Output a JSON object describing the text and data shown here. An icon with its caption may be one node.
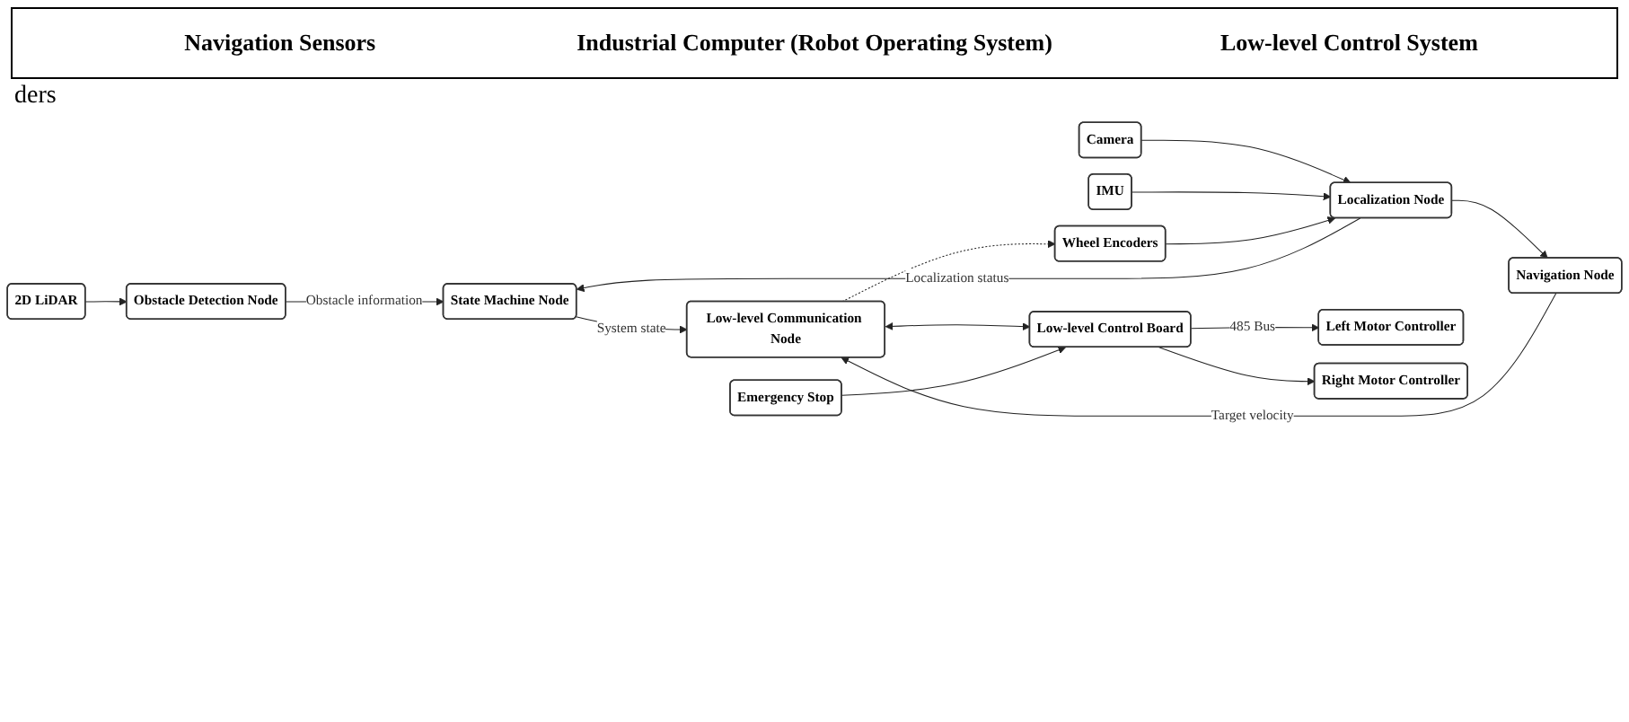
{
  "diagram": {
    "nodes": [
      {
        "text": [
          "2D LiDAR"
        ]
      },
      {
        "text": [
          "Camera"
        ]
      },
      {
        "text": [
          "IMU"
        ]
      },
      {
        "text": [
          "Wheel Encoders"
        ]
      },
      {
        "text": [
          "Obstacle Detection Node"
        ]
      },
      {
        "text": [
          "Localization Node"
        ]
      },
      {
        "text": [
          "Navigation Node"
        ]
      },
      {
        "text": [
          "State Machine Node"
        ]
      },
      {
        "text": [
          "Low-level Communication Node"
        ]
      },
      {
        "text": [
          "Low-level Control Board"
        ]
      },
      {
        "text": [
          "Emergency Stop"
        ]
      },
      {
        "text": [
          "Left Motor Controller"
        ]
      },
      {
        "text": [
          "Right Motor Controller"
        ]
      }
    ],
    "edges": [
      {
        "from": 0,
        "to": 4,
        "arrow": "to"
      },
      {
        "from": 1,
        "to": 5,
        "arrow": "to"
      },
      {
        "from": 2,
        "to": 5,
        "arrow": "to"
      },
      {
        "from": 3,
        "to": 5,
        "arrow": "to"
      },
      {
        "from": 4,
        "to": 7,
        "arrow": "to",
        "label": "Obstacle information"
      },
      {
        "from": 5,
        "to": 7,
        "arrow": "to",
        "label": "Localization status"
      },
      {
        "from": 5,
        "to": 6,
        "arrow": "to"
      },
      {
        "from": 7,
        "to": 8,
        "arrow": "to",
        "label": "System state"
      },
      {
        "from": 6,
        "to": 8,
        "arrow": "to",
        "label": "Target velocity"
      },
      {
        "from": 8,
        "to": 3,
        "arrow": "to",
        "style": "dashed"
      },
      {
        "from": 8,
        "to": 9,
        "arrow": "both"
      },
      {
        "from": 10,
        "to": 9,
        "arrow": "to"
      },
      {
        "from": 9,
        "to": 11,
        "arrow": "to",
        "label": "485 Bus"
      },
      {
        "from": 9,
        "to": 12,
        "arrow": "to"
      }
    ],
    "labels": [
      "Navigation Sensors",
      "Industrial Computer (Robot Operating System)",
      "Low-level Control System",
      "ders"
    ]
  }
}
